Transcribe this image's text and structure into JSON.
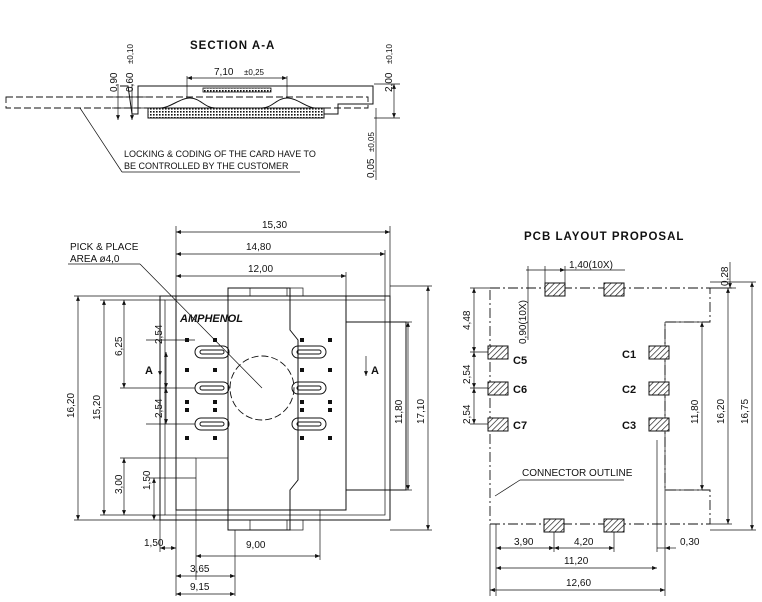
{
  "section": {
    "title": "SECTION A-A",
    "dim_width": "7,10",
    "dim_width_tol": "±0,25",
    "dim_090": "0,90",
    "dim_060": "0,60",
    "dim_060_tol": "±0,10",
    "dim_200": "2,00",
    "dim_200_tol": "±0,10",
    "dim_005": "0,05",
    "dim_005_tol": "±0,05",
    "note_line1": "LOCKING & CODING OF THE CARD HAVE TO",
    "note_line2": "BE CONTROLLED BY THE CUSTOMER"
  },
  "connector": {
    "brand": "AMPHENOL",
    "pick_place_line1": "PICK & PLACE",
    "pick_place_line2": "AREA ø4,0",
    "section_marker": "A",
    "dims": {
      "d1530": "15,30",
      "d1480": "14,80",
      "d1200": "12,00",
      "d1620": "16,20",
      "d1520": "15,20",
      "d625": "6,25",
      "d254a": "2,54",
      "d254b": "2,54",
      "d300": "3,00",
      "d150v": "1,50",
      "d150h": "1,50",
      "d900": "9,00",
      "d365": "3,65",
      "d915": "9,15",
      "d1180": "11,80",
      "d1710": "17,10"
    }
  },
  "pcb": {
    "title": "PCB LAYOUT PROPOSAL",
    "pitch": "1,40(10X)",
    "pad_h": "0,90(10X)",
    "d028": "0,28",
    "d448": "4,48",
    "d254a": "2,54",
    "d254b": "2,54",
    "d1180": "11,80",
    "d1620": "16,20",
    "d1675": "16,75",
    "d390": "3,90",
    "d420": "4,20",
    "d030": "0,30",
    "d1120": "11,20",
    "d1260": "12,60",
    "outline_label": "CONNECTOR OUTLINE",
    "contacts": [
      "C1",
      "C2",
      "C3",
      "C5",
      "C6",
      "C7"
    ]
  }
}
